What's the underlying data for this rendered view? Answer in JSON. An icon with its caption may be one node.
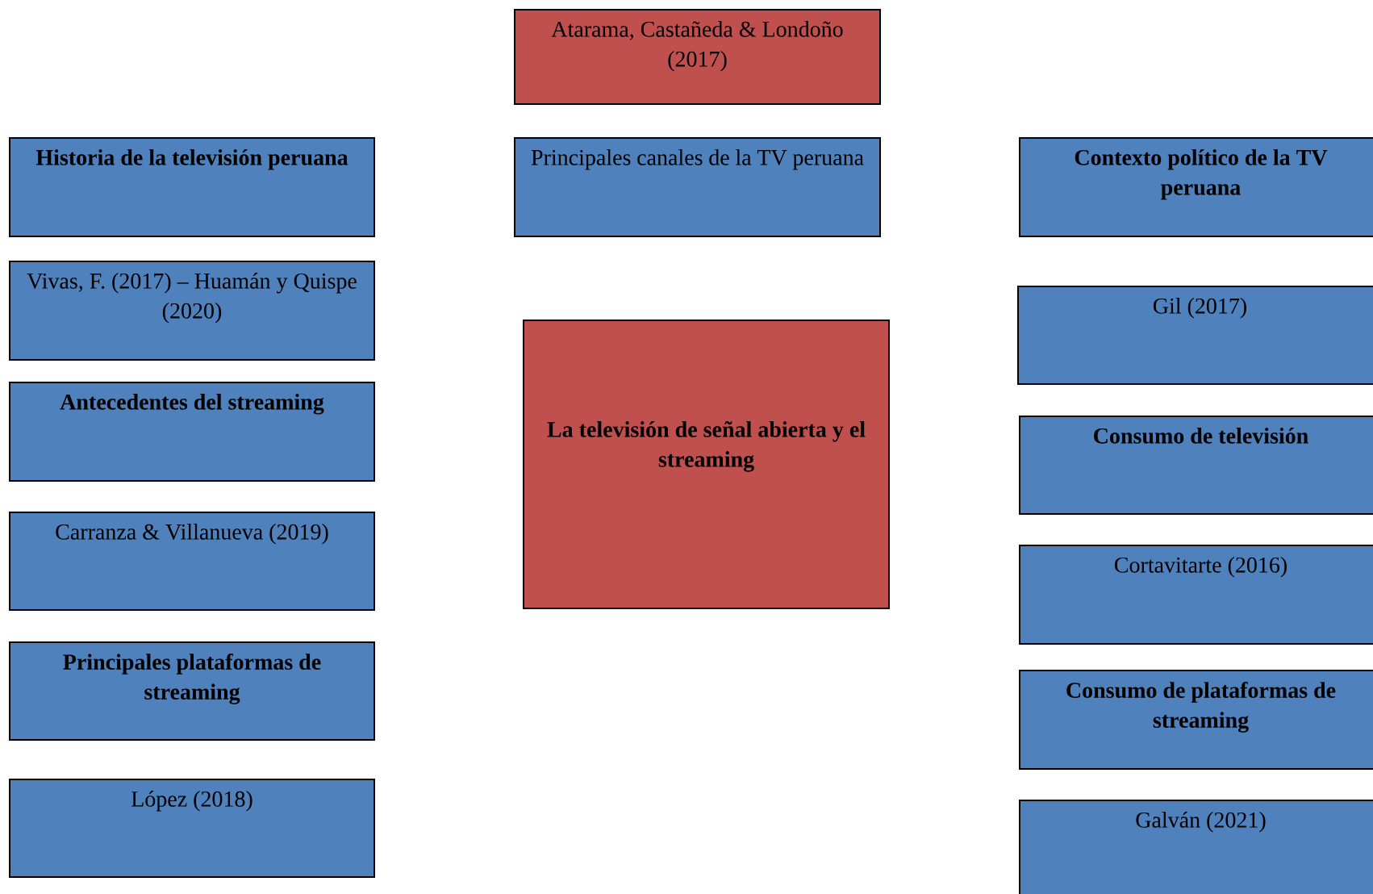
{
  "diagram": {
    "nodes": [
      {
        "text": [
          "Atarama, Castañeda & Londoño (2017)"
        ]
      },
      {
        "text": [
          "Historia de la televisión peruana"
        ]
      },
      {
        "text": [
          "Principales canales de la TV peruana"
        ]
      },
      {
        "text": [
          "Contexto político de la TV peruana"
        ]
      },
      {
        "text": [
          "Vivas, F. (2017) – Huamán y Quispe (2020)"
        ]
      },
      {
        "text": [
          "Gil (2017)"
        ]
      },
      {
        "text": [
          "La televisión de señal abierta y el streaming"
        ]
      },
      {
        "text": [
          "Antecedentes del streaming"
        ]
      },
      {
        "text": [
          "Consumo de televisión"
        ]
      },
      {
        "text": [
          "Carranza & Villanueva (2019)"
        ]
      },
      {
        "text": [
          "Cortavitarte (2016)"
        ]
      },
      {
        "text": [
          "Principales plataformas de streaming"
        ]
      },
      {
        "text": [
          "Consumo de plataformas de streaming"
        ]
      },
      {
        "text": [
          "López (2018)"
        ]
      },
      {
        "text": [
          "Galván (2021)"
        ]
      }
    ]
  }
}
